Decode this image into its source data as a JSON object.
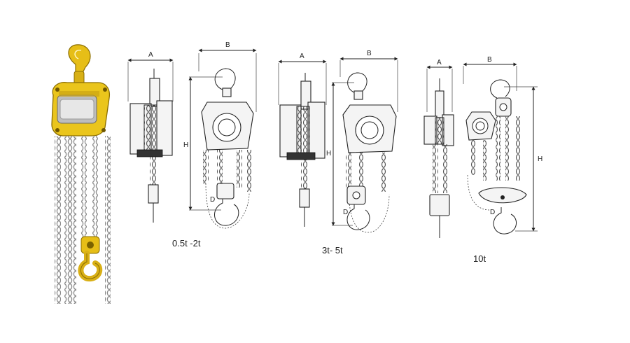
{
  "product_photo": {
    "color_body": "#e8c21a",
    "color_chain": "#9a9a9a"
  },
  "drawings": [
    {
      "id": "small",
      "caption": "0.5t -2t",
      "dim_a": "A",
      "dim_b": "B",
      "dim_h": "H",
      "dim_d": "D"
    },
    {
      "id": "medium",
      "caption": "3t- 5t",
      "dim_a": "A",
      "dim_b": "B",
      "dim_h": "H",
      "dim_d": "D"
    },
    {
      "id": "large",
      "caption": "10t",
      "dim_a": "A",
      "dim_b": "B",
      "dim_h": "H",
      "dim_d": "D"
    }
  ]
}
